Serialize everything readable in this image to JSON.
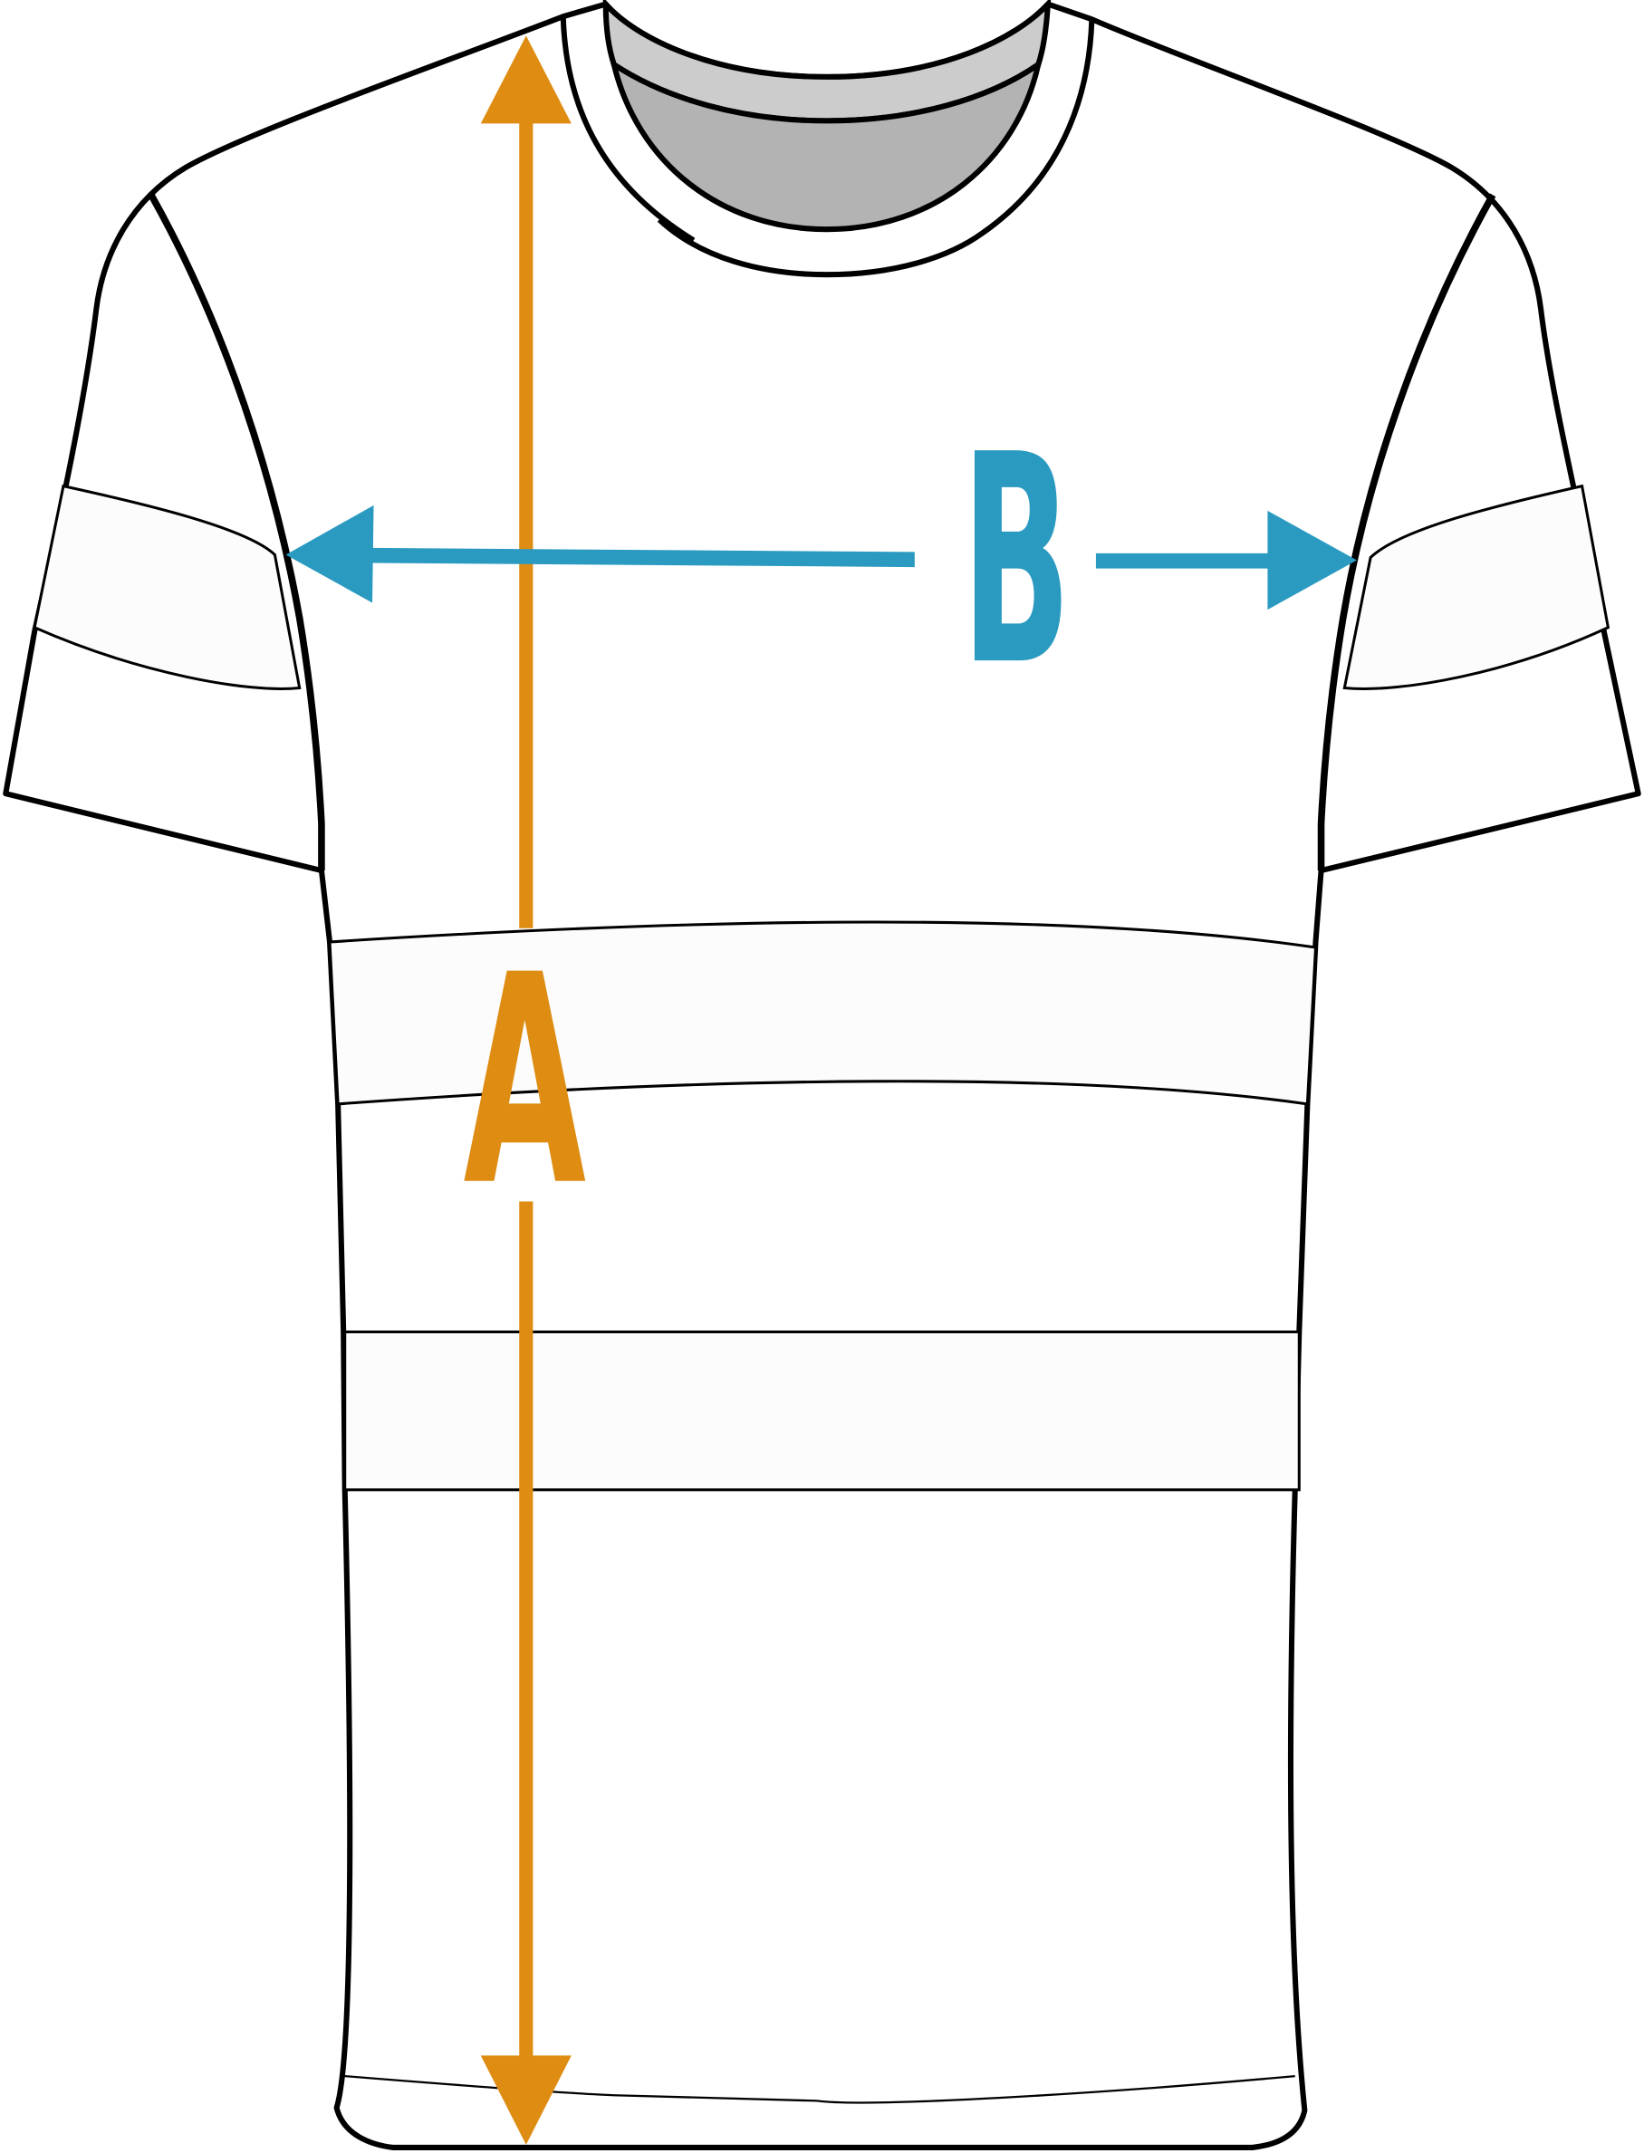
{
  "diagram": {
    "subject": "t-shirt",
    "measurements": [
      {
        "id": "A",
        "label": "A",
        "meaning": "length",
        "color": "#DE8C12"
      },
      {
        "id": "B",
        "label": "B",
        "meaning": "width",
        "color": "#2B9AC1"
      }
    ],
    "colors": {
      "outline": "#000000",
      "collar_outer": "#CCCCCC",
      "collar_inner": "#B3B3B3",
      "band_fill": "#FCFCFC"
    }
  }
}
